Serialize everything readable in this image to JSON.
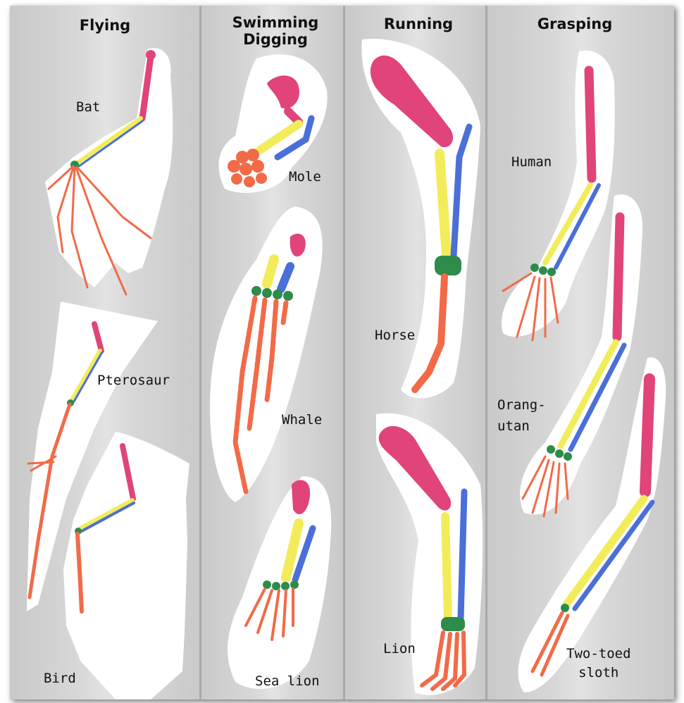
{
  "columns": [
    {
      "heading": "Flying"
    },
    {
      "heading": "Swimming\nDigging"
    },
    {
      "heading": "Running"
    },
    {
      "heading": "Grasping"
    }
  ],
  "animals": {
    "bat": "Bat",
    "pterosaur": "Pterosaur",
    "bird": "Bird",
    "mole": "Mole",
    "whale": "Whale",
    "sea_lion": "Sea lion",
    "horse": "Horse",
    "lion": "Lion",
    "human": "Human",
    "orangutan": "Orang-\nutan",
    "sloth": "Two-toed\nsloth"
  },
  "colors": {
    "humerus": "#e0447a",
    "radius": "#f3ec5a",
    "ulna": "#4a6fd8",
    "carpals": "#2e8b4a",
    "digits": "#f26a48",
    "outline": "#ffffff"
  }
}
